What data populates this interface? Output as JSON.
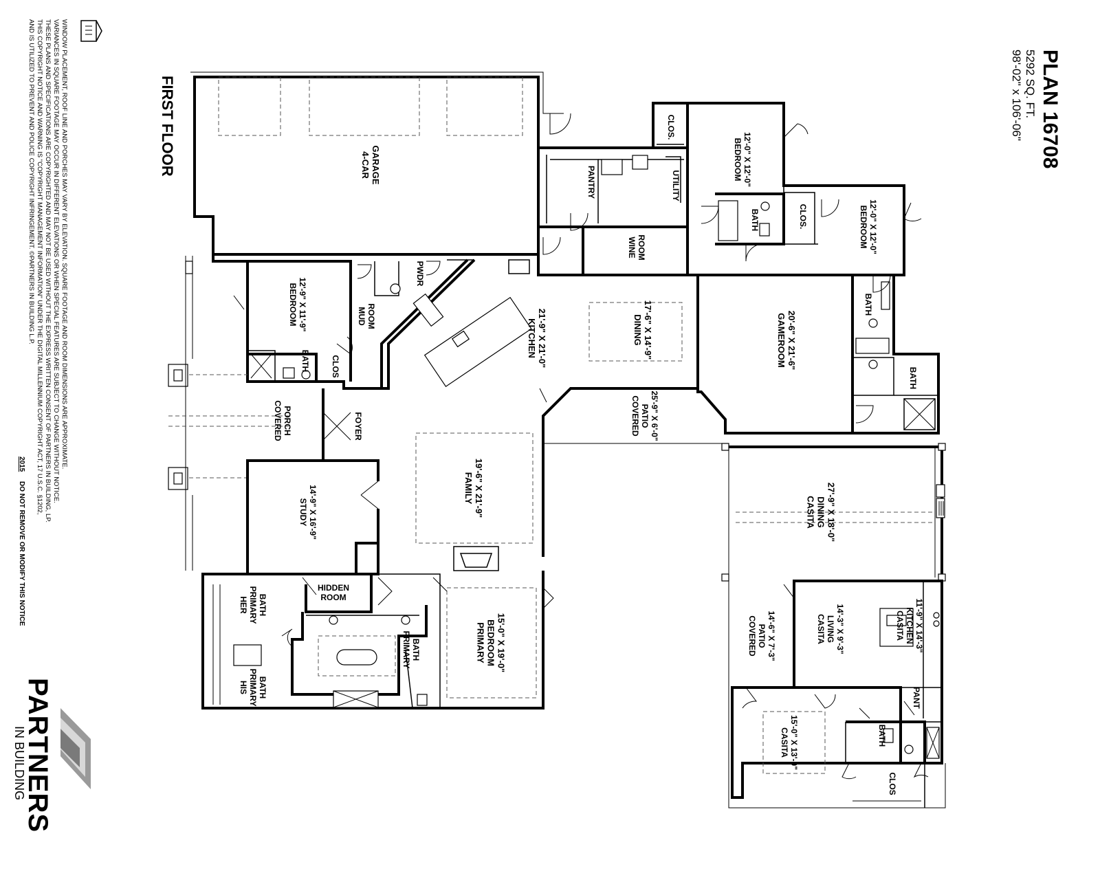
{
  "plan": {
    "title": "PLAN 16708",
    "sqft": "5292 SQ. FT.",
    "dimensions": "98'-02\" x 106'-06\""
  },
  "floor_label": "FIRST FLOOR",
  "disclaimer": [
    "WINDOW PLACEMENT, ROOF LINE AND PORCHES MAY VARY BY ELEVATION.  SQUARE FOOTAGE AND ROOM DIMENSIONS ARE APPROXIMATE.",
    "VARIANCES IN SQUARE FOOTAGE MAY OCCUR IN DIFFERENT ELEVATIONS OR WHEN SPECIAL FEATURES ARE SUBJECT TO CHANGE WITHOUT NOTICE.",
    "THESE PLANS AND SPECIFICATIONS ARE COPYRIGHTED AND MAY NOT BE USED WITHOUT THE EXPRESS WRITTEN CONSENT OF PARTNERS IN BUILDING, LP.",
    "THIS COPYRIGHT NOTICE AND WARNING IS \"COPYRIGHT MANAGEMENT INFORMATION\" UNDER THE DIGITAL MILLENNIUM COPYRIGHT ACT, 17 U.S.C.  §1202,",
    "AND IS UTILIZED TO PREVENT AND POLICE COPYRIGHT INFRINGEMENT.  ©PARTNERS IN BUILDING L.P."
  ],
  "notice": {
    "year": "2015",
    "text": "DO NOT REMOVE OR MODIFY THIS NOTICE"
  },
  "logo": {
    "line1": "PARTNERS",
    "line2": "IN BUILDING"
  },
  "rooms": {
    "garage": [
      "4-CAR",
      "GARAGE"
    ],
    "pantry": [
      "PANTRY"
    ],
    "utility": [
      "UTILITY"
    ],
    "wine": [
      "WINE",
      "ROOM"
    ],
    "bed_nw": [
      "BEDROOM",
      "12'-0\" X 12'-0\""
    ],
    "clos_nw": [
      "CLOS."
    ],
    "bath_nw": [
      "BATH"
    ],
    "clos_ne": [
      "CLOS."
    ],
    "bed_ne": [
      "BEDROOM",
      "12'-0\" X 12'-0\""
    ],
    "bath_e": [
      "BATH"
    ],
    "bath_e2": [
      "BATH"
    ],
    "gameroom": [
      "GAMEROOM",
      "20'-6\" X 21'-6\""
    ],
    "dining": [
      "DINING",
      "17'-6\" X 14'-9\""
    ],
    "kitchen": [
      "KITCHEN",
      "21'-9\" X 21'-0\""
    ],
    "pwdr": [
      "PWDR"
    ],
    "mud": [
      "MUD",
      "ROOM"
    ],
    "bed_sw": [
      "BEDROOM",
      "12'-9\" X 11'-9\""
    ],
    "bath_sw": [
      "BATH"
    ],
    "clos_sw": [
      "CLOS"
    ],
    "foyer": [
      "FOYER"
    ],
    "porch": [
      "COVERED",
      "PORCH"
    ],
    "patio_main": [
      "COVERED",
      "PATIO",
      "25'-9\" X 6'-0\""
    ],
    "family": [
      "FAMILY",
      "19'-6\" X 21'-9\""
    ],
    "study": [
      "STUDY",
      "14'-9\" X 16'-9\""
    ],
    "hidden": [
      "HIDDEN",
      "ROOM"
    ],
    "her_bath": [
      "HER",
      "PRIMARY",
      "BATH"
    ],
    "his_bath": [
      "HIS",
      "PRIMARY",
      "BATH"
    ],
    "primary_bath": [
      "PRIMARY",
      "BATH"
    ],
    "primary_bed": [
      "PRIMARY",
      "BEDROOM",
      "15'-0\" X 19'-0\""
    ],
    "casita_dining": [
      "CASITA",
      "DINING",
      "27'-9\" X 18'-0\""
    ],
    "casita_kitchen": [
      "CASITA",
      "KITCHEN",
      "11'-9\" X 14'-3\""
    ],
    "casita_living": [
      "CASITA",
      "LIVING",
      "14'-3\" X 9'-3\""
    ],
    "casita_patio": [
      "COVERED",
      "PATIO",
      "14'-6\" X 7'-3\""
    ],
    "pant": [
      "PANT"
    ],
    "casita_bath": [
      "BATH"
    ],
    "casita": [
      "CASITA",
      "15'-0\" X 13'-0\""
    ],
    "casita_clos": [
      "CLOS"
    ]
  }
}
